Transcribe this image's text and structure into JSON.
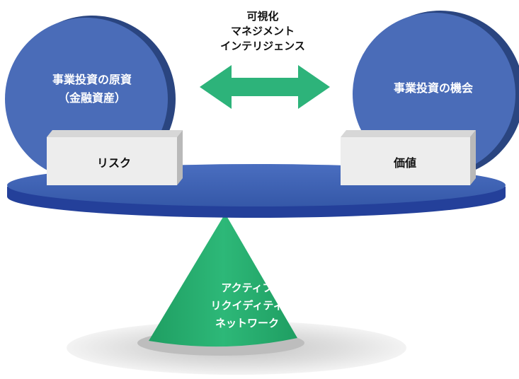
{
  "top_label": {
    "line1": "可視化",
    "line2": "マネジメント",
    "line3": "インテリジェンス"
  },
  "left_circle": {
    "line1": "事業投資の原資",
    "line2": "（金融資産）"
  },
  "right_circle": {
    "line1": "事業投資の機会"
  },
  "left_box": {
    "label": "リスク"
  },
  "right_box": {
    "label": "価値"
  },
  "fulcrum": {
    "line1": "アクティブ",
    "line2": "リクイディティ",
    "line3": "ネットワーク"
  },
  "colors": {
    "circle": "#4a6cb8",
    "circle_shadow": "#2a4580",
    "disc_top": "#3f63b5",
    "disc_side": "#24409a",
    "arrow": "#2db37a",
    "fulcrum": "#27ad6e",
    "box_face": "#ededed",
    "box_side": "#b9b9b9",
    "text_light": "#ffffff",
    "text_dark": "#111111"
  }
}
